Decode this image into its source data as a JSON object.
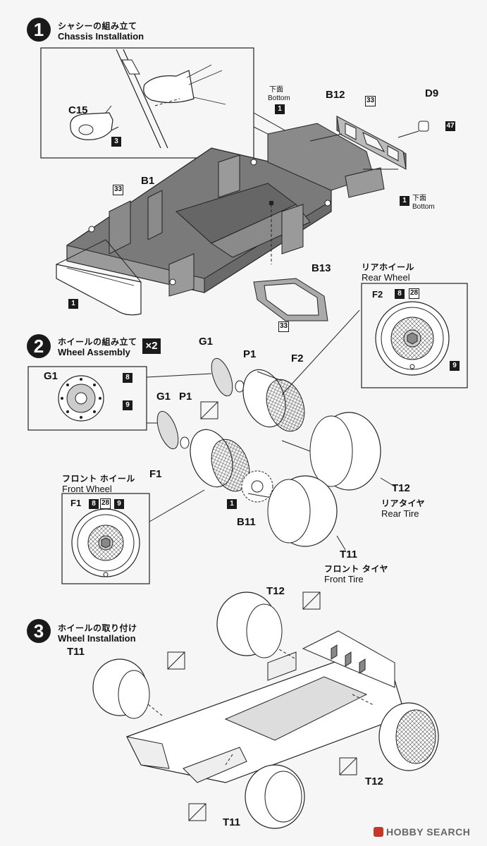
{
  "steps": [
    {
      "number": "1",
      "title_jp": "シャシーの組み立て",
      "title_en": "Chassis Installation"
    },
    {
      "number": "2",
      "title_jp": "ホイールの組み立て",
      "title_en": "Wheel Assembly",
      "multiplier": "×2"
    },
    {
      "number": "3",
      "title_jp": "ホイールの取り付け",
      "title_en": "Wheel Installation"
    }
  ],
  "step1": {
    "parts": {
      "c15": "C15",
      "b1": "B1",
      "b12": "B12",
      "d9": "D9",
      "b13": "B13"
    },
    "bottom_jp": "下面",
    "bottom_en": "Bottom",
    "refs": {
      "r3": "3",
      "r33a": "33",
      "r33b": "33",
      "r33c": "33",
      "r47": "47",
      "r1a": "1",
      "r1b": "1",
      "r1c": "1"
    },
    "rear_wheel_jp": "リアホイール",
    "rear_wheel_en": "Rear Wheel",
    "rear_labels": {
      "f2": "F2",
      "r8": "8",
      "r28": "28",
      "r9": "9"
    }
  },
  "step2": {
    "parts": {
      "g1a": "G1",
      "p1a": "P1",
      "f2": "F2",
      "g1b": "G1",
      "p1b": "P1",
      "f1": "F1",
      "b11": "B11",
      "t12": "T12",
      "t11": "T11"
    },
    "inset_labels": {
      "g1": "G1",
      "r8": "8",
      "r9": "9"
    },
    "front_wheel_jp": "フロント ホイール",
    "front_wheel_en": "Front Wheel",
    "front_labels": {
      "f1": "F1",
      "r8": "8",
      "r28": "28",
      "r9": "9"
    },
    "rear_tire_jp": "リアタイヤ",
    "rear_tire_en": "Rear Tire",
    "front_tire_jp": "フロント タイヤ",
    "front_tire_en": "Front Tire",
    "ref_b11": "1"
  },
  "step3": {
    "parts": {
      "t12a": "T12",
      "t11a": "T11",
      "t12b": "T12",
      "t11b": "T11"
    }
  },
  "watermark": {
    "brand": "HOBBY SEARCH"
  }
}
